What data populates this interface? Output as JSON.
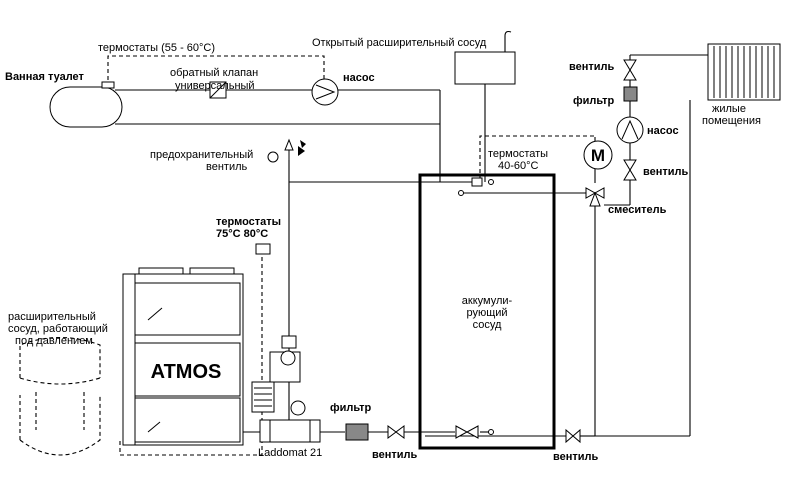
{
  "labels": {
    "thermostats_top": "термостаты (55 - 60°C)",
    "bath": "Ванная туалет",
    "check_valve_1": "обратный клапан",
    "check_valve_2": "универсальный",
    "pump_top": "насос",
    "open_tank": "Открытый расширительный сосуд",
    "valve_tr": "вентиль",
    "filter_r": "фильтр",
    "living_1": "жилые",
    "living_2": "помещения",
    "pump_r": "насос",
    "motor": "M",
    "valve_r2": "вентиль",
    "safety_1": "предохранительный",
    "safety_2": "вентиль",
    "thermo_mid_1": "термостаты",
    "thermo_mid_2": "40-60°C",
    "mixer": "смеситель",
    "thermo_boiler_1": "термостаты",
    "thermo_boiler_2": "75°C 80°C",
    "accum_1": "аккумули-",
    "accum_2": "рующий",
    "accum_3": "сосуд",
    "exp_1": "расширительный",
    "exp_2": "сосуд, работающий",
    "exp_3": "под давлением",
    "brand": "ATMOS",
    "laddomat": "Laddomat 21",
    "filter_b": "фильтр",
    "valve_b1": "вентиль",
    "valve_b2": "вентиль"
  }
}
